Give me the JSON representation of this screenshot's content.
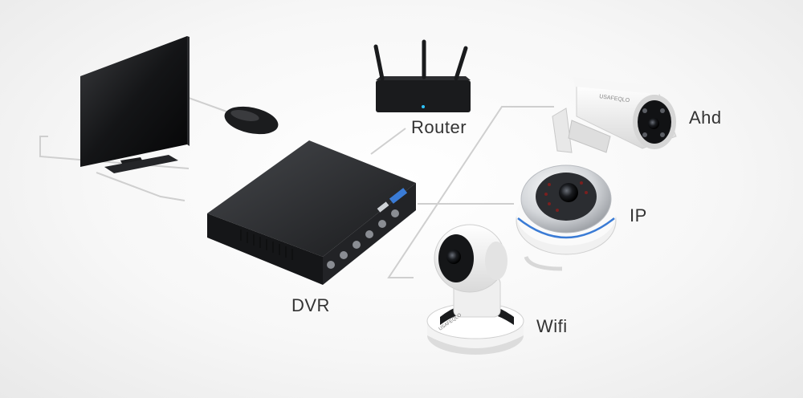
{
  "labels": {
    "router": "Router",
    "ahd": "Ahd",
    "ip": "IP",
    "dvr": "DVR",
    "wifi": "Wifi"
  },
  "brand_text": "USAFEQLO",
  "colors": {
    "device_dark": "#1e1f21",
    "camera_white": "#f2f2f2",
    "connector_line": "#c8c8c8",
    "accent_blue": "#3a7bd5",
    "status_led": "#2ec4ff"
  },
  "icons": {
    "monitor": "monitor-icon",
    "mouse": "mouse-icon",
    "router": "router-icon",
    "dvr": "dvr-icon",
    "ahd_camera": "bullet-camera-icon",
    "ip_camera": "dome-camera-icon",
    "wifi_camera": "wifi-camera-icon"
  }
}
